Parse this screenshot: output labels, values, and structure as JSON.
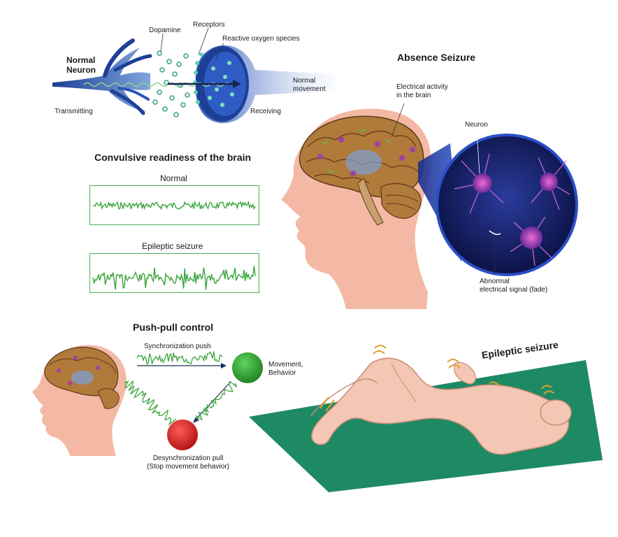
{
  "neuron_panel": {
    "title_line1": "Normal",
    "title_line2": "Neuron",
    "dopamine": "Dopamine",
    "receptors": "Receptors",
    "ros": "Reactive oxygen species",
    "normal_movement_line1": "Normal",
    "normal_movement_line2": "movement",
    "transmitting": "Transmitting",
    "receiving": "Receiving"
  },
  "absence_panel": {
    "title": "Absence Seizure",
    "electrical_line1": "Electrical activity",
    "electrical_line2": "in the brain",
    "neuron": "Neuron",
    "abnormal_line1": "Abnormal",
    "abnormal_line2": "electrical signal (fade)"
  },
  "readiness_panel": {
    "title": "Convulsive readiness of the brain",
    "normal": "Normal",
    "seizure": "Epileptic seizure"
  },
  "pushpull_panel": {
    "title": "Push-pull control",
    "sync_push": "Synchronization push",
    "movement_line1": "Movement,",
    "movement_line2": "Behavior",
    "desync_line1": "Desynchronization pull",
    "desync_line2": "(Stop movement behavior)"
  },
  "body_panel": {
    "title": "Epileptic seizure"
  },
  "colors": {
    "skin": "#f4b9a4",
    "wave_green": "#3aa63a",
    "mat_green": "#1e8a64",
    "movement_node": "#2e9a2e",
    "desync_node": "#d62020",
    "neuron_blue": "#1d3f96"
  }
}
